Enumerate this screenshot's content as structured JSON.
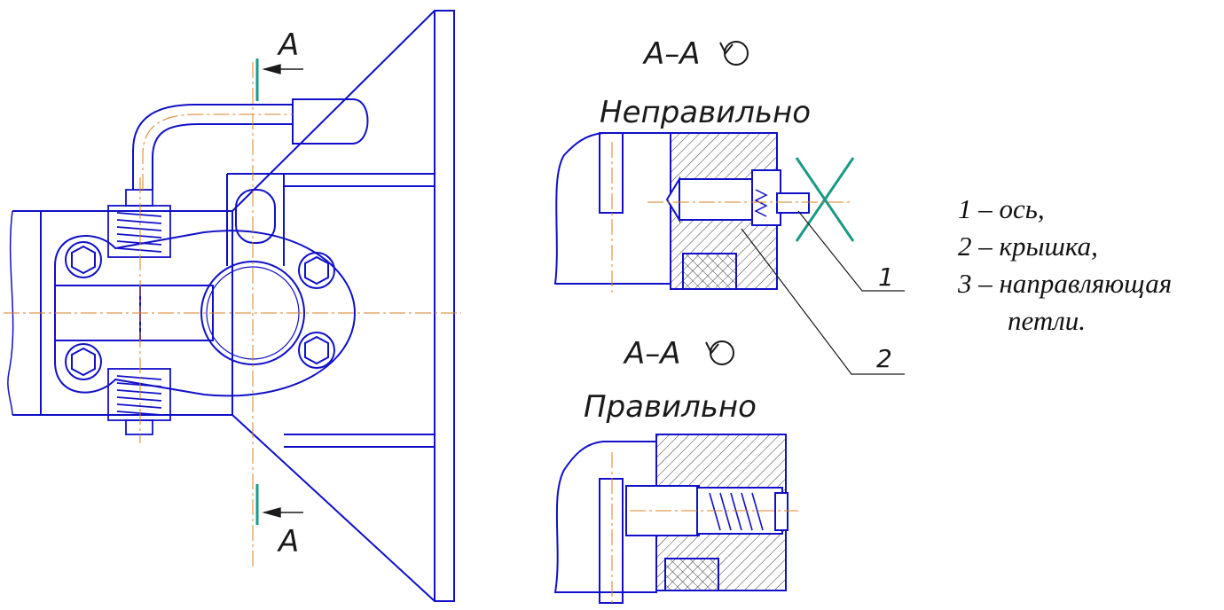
{
  "section_labels": {
    "cut_top": "А",
    "cut_bottom": "А",
    "view_wrong_title": "А–А",
    "view_wrong_caption": "Неправильно",
    "view_right_title": "А–А",
    "view_right_caption": "Правильно"
  },
  "callouts": {
    "one": "1",
    "two": "2"
  },
  "legend": {
    "line1": "1 – ось,",
    "line2": "2 – крышка,",
    "line3": "3 – направляющая",
    "line4": "петли."
  },
  "colors": {
    "outline": "#1010c8",
    "axis": "#d98020",
    "cut_mark": "#1a9a86",
    "cross_mark": "#1a9a86",
    "hatch": "#3a3a3a",
    "text": "#1a1a1a"
  }
}
